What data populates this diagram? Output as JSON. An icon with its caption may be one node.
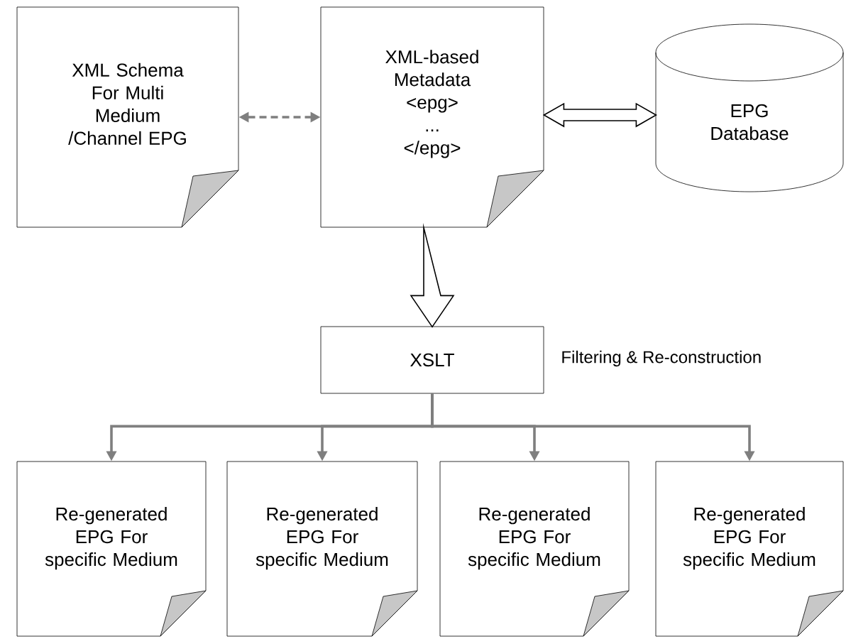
{
  "diagram": {
    "nodes": [
      {
        "text": [
          "XML Schema For Multi Medium /Channel EPG"
        ]
      },
      {
        "text": [
          "XML-based Metadata",
          "<epg>",
          "...",
          "</epg>"
        ]
      },
      {
        "text": [
          "EPG Database"
        ]
      },
      {
        "text": [
          "XSLT"
        ],
        "beside": [
          "Filtering & Re-construction"
        ]
      },
      {
        "text": [
          "Re-generated EPG For specific Medium"
        ]
      },
      {
        "text": [
          "Re-generated EPG For specific Medium"
        ]
      },
      {
        "text": [
          "Re-generated EPG For specific Medium"
        ]
      },
      {
        "text": [
          "Re-generated EPG For specific Medium"
        ]
      }
    ],
    "edges": [
      {
        "from": 0,
        "to": 1,
        "arrow": "both",
        "style": "dashed"
      },
      {
        "from": 1,
        "to": 2,
        "arrow": "both",
        "style": "thick",
        "color": "#000000"
      },
      {
        "from": 1,
        "to": 3,
        "arrow": "to",
        "style": "thick",
        "color": "#000000"
      },
      {
        "from": 3,
        "to": 4,
        "arrow": "to"
      },
      {
        "from": 3,
        "to": 5,
        "arrow": "to"
      },
      {
        "from": 3,
        "to": 6,
        "arrow": "to"
      },
      {
        "from": 3,
        "to": 7,
        "arrow": "to"
      }
    ]
  }
}
